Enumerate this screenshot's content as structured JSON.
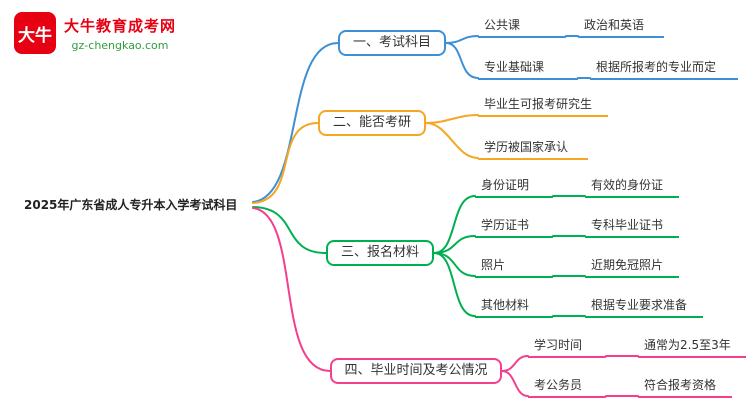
{
  "logo": {
    "icon_text": "大牛",
    "brand": "大牛教育成考网",
    "domain": "gz-chengkao.com"
  },
  "central": {
    "title": "2025年广东省成人专升本入学考试科目"
  },
  "colors": {
    "branch1": "#3d8fd6",
    "branch2": "#f5a623",
    "branch3": "#00b050",
    "branch4": "#f43f8e",
    "brand_red": "#e60012",
    "brand_green": "#2e9e3c"
  },
  "branches": [
    {
      "label": "一、考试科目",
      "children": [
        {
          "label": "公共课",
          "value": "政治和英语"
        },
        {
          "label": "专业基础课",
          "value": "根据所报考的专业而定"
        }
      ]
    },
    {
      "label": "二、能否考研",
      "children": [
        {
          "label": "毕业生可报考研究生"
        },
        {
          "label": "学历被国家承认"
        }
      ]
    },
    {
      "label": "三、报名材料",
      "children": [
        {
          "label": "身份证明",
          "value": "有效的身份证"
        },
        {
          "label": "学历证书",
          "value": "专科毕业证书"
        },
        {
          "label": "照片",
          "value": "近期免冠照片"
        },
        {
          "label": "其他材料",
          "value": "根据专业要求准备"
        }
      ]
    },
    {
      "label": "四、毕业时间及考公情况",
      "children": [
        {
          "label": "学习时间",
          "value": "通常为2.5至3年"
        },
        {
          "label": "考公务员",
          "value": "符合报考资格"
        }
      ]
    }
  ]
}
